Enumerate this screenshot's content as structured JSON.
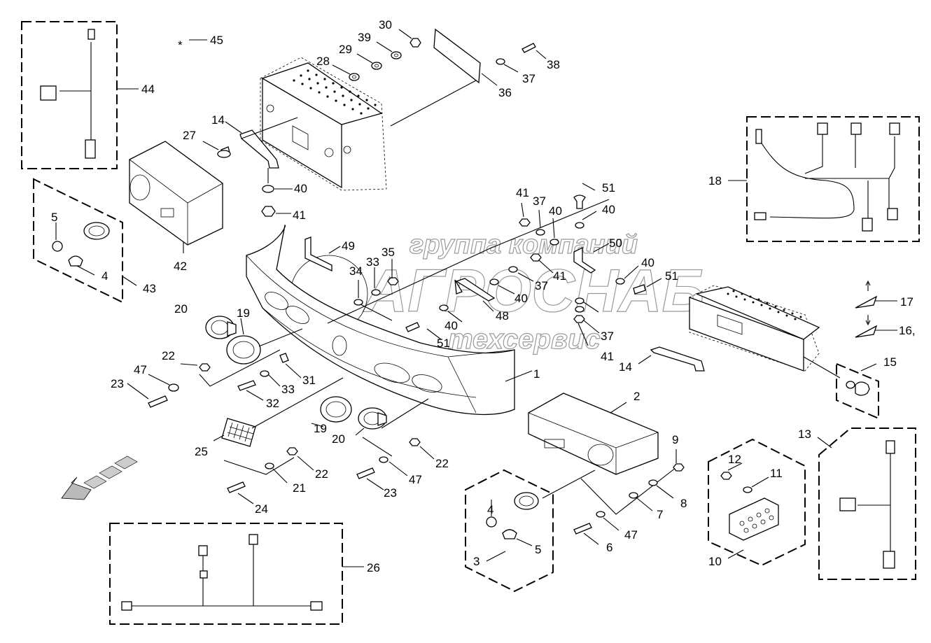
{
  "watermark": {
    "line1": "группа компаний",
    "line2": "АГРОСНАБ",
    "line3": "техсервис"
  },
  "callouts": [
    "1",
    "2",
    "3",
    "4",
    "4",
    "5",
    "5",
    "6",
    "7",
    "8",
    "9",
    "10",
    "11",
    "12",
    "13",
    "14",
    "14",
    "15",
    "16,",
    "17",
    "18",
    "19",
    "19",
    "20",
    "20",
    "21",
    "22",
    "22",
    "22",
    "23",
    "23",
    "24",
    "25",
    "26",
    "27",
    "28",
    "29",
    "30",
    "31",
    "32",
    "33",
    "33",
    "34",
    "35",
    "36",
    "37",
    "37",
    "37",
    "37",
    "38",
    "39",
    "40",
    "40",
    "40",
    "40",
    "40",
    "40",
    "41",
    "41",
    "41",
    "41",
    "42",
    "43",
    "44",
    "45",
    "47",
    "47",
    "47",
    "48",
    "49",
    "50",
    "51",
    "51",
    "51"
  ],
  "asterisk": "*"
}
